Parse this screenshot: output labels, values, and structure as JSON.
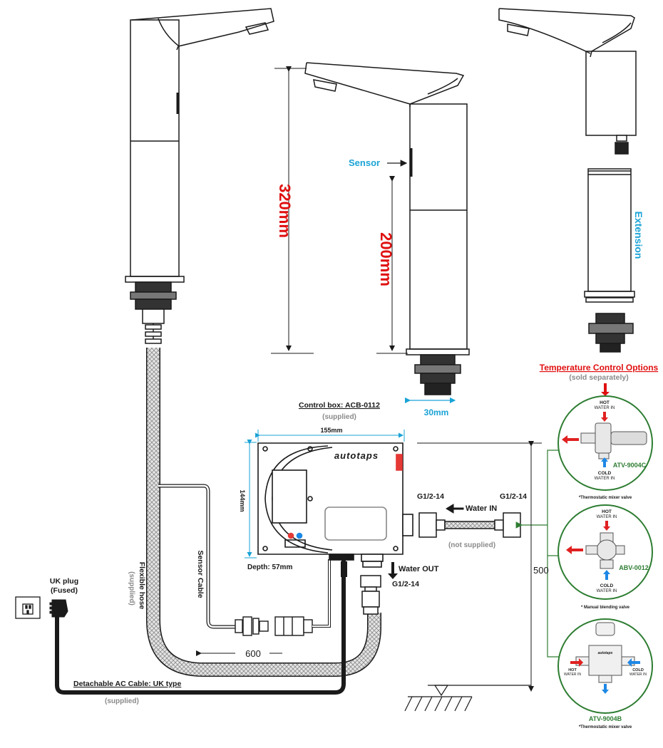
{
  "colors": {
    "line": "#1a1a1a",
    "dim_red": "#e01010",
    "cyan": "#1aa3d6",
    "green_border": "#2e7d32",
    "green_text": "#2e7d32",
    "gray_text": "#8a8a8a",
    "hose_fill": "#d9d9d9",
    "hot_arrow": "#e02020",
    "cold_arrow": "#1e88e5"
  },
  "dimensions": {
    "tap_height": "320mm",
    "sensor_height": "200mm",
    "tap_width": "30mm",
    "box_width": "155mm",
    "box_height": "144mm",
    "box_depth": "Depth: 57mm",
    "pipe_length": "600",
    "floor_height": "500"
  },
  "labels": {
    "sensor": "Sensor",
    "extension": "Extension",
    "control_box": "Control box: ACB-0112",
    "control_box_supplied": "(supplied)",
    "brand": "autotaps",
    "g_left": "G1/2-14",
    "g_right": "G1/2-14",
    "water_in": "Water IN",
    "not_supplied": "(not supplied)",
    "water_out": "Water OUT",
    "g_out": "G1/2-14",
    "sensor_cable": "Sensor Cable",
    "flexible_hose": "Flexible hose",
    "flexible_hose_supplied": "(supplied)",
    "uk_plug_1": "UK plug",
    "uk_plug_2": "(Fused)",
    "ac_cable": "Detachable AC Cable: UK type",
    "ac_cable_supplied": "(supplied)"
  },
  "temperature_options": {
    "title": "Temperature Control Options",
    "subtitle": "(sold separately)",
    "options": [
      {
        "code": "ATV-9004C",
        "hot": "HOT",
        "hot_sub": "WATER IN",
        "cold": "COLD",
        "cold_sub": "WATER IN",
        "caption": "*Thermostatic mixer valve"
      },
      {
        "code": "ABV-0012",
        "hot": "HOT",
        "hot_sub": "WATER IN",
        "cold": "COLD",
        "cold_sub": "WATER IN",
        "caption": "* Manual blending valve"
      },
      {
        "code": "ATV-9004B",
        "hot": "HOT",
        "hot_sub": "WATER IN",
        "cold": "COLD",
        "cold_sub": "WATER IN",
        "brand": "autotaps",
        "caption": "*Thermostatic mixer valve"
      }
    ]
  }
}
